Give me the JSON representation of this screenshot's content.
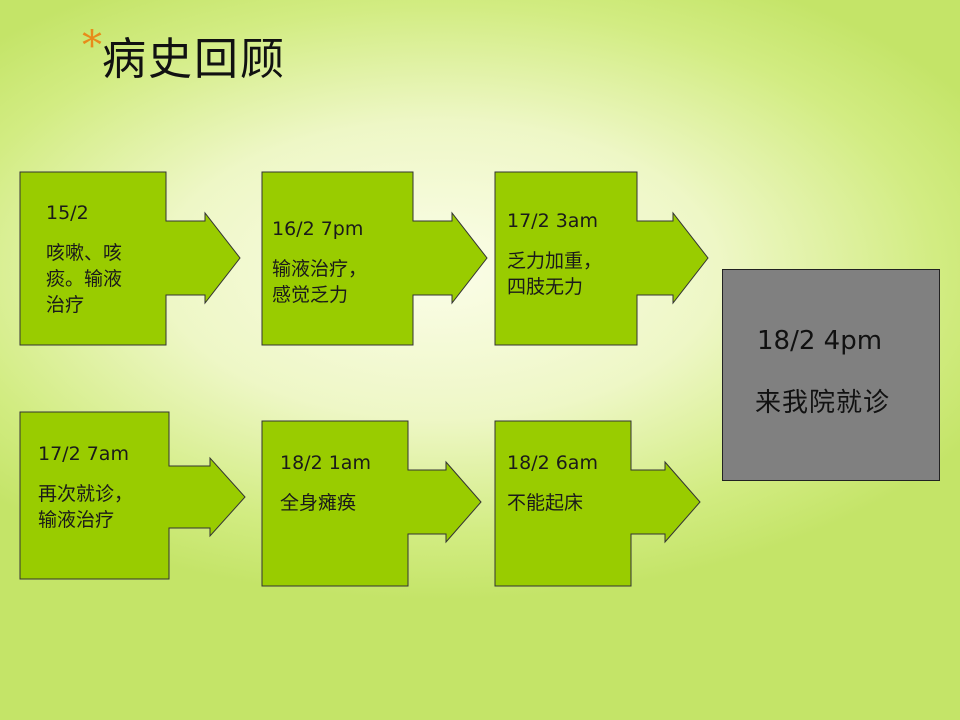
{
  "title": {
    "star": "*",
    "text": "病史回顾"
  },
  "colors": {
    "step_fill": "#99cc00",
    "step_stroke": "#333333",
    "final_fill": "#808080",
    "star": "#e88b1a"
  },
  "steps": [
    {
      "date": "15/2",
      "desc": "咳嗽、咳\n痰。输液\n治疗"
    },
    {
      "date": "16/2  7pm",
      "desc": "输液治疗，\n感觉乏力"
    },
    {
      "date": "17/2  3am",
      "desc": "乏力加重，\n四肢无力"
    },
    {
      "date": "17/2  7am",
      "desc": "再次就诊，\n输液治疗"
    },
    {
      "date": "18/2  1am",
      "desc": "全身瘫痪"
    },
    {
      "date": "18/2  6am",
      "desc": "不能起床"
    }
  ],
  "final": {
    "date": "18/2 4pm",
    "desc": "来我院就诊"
  }
}
